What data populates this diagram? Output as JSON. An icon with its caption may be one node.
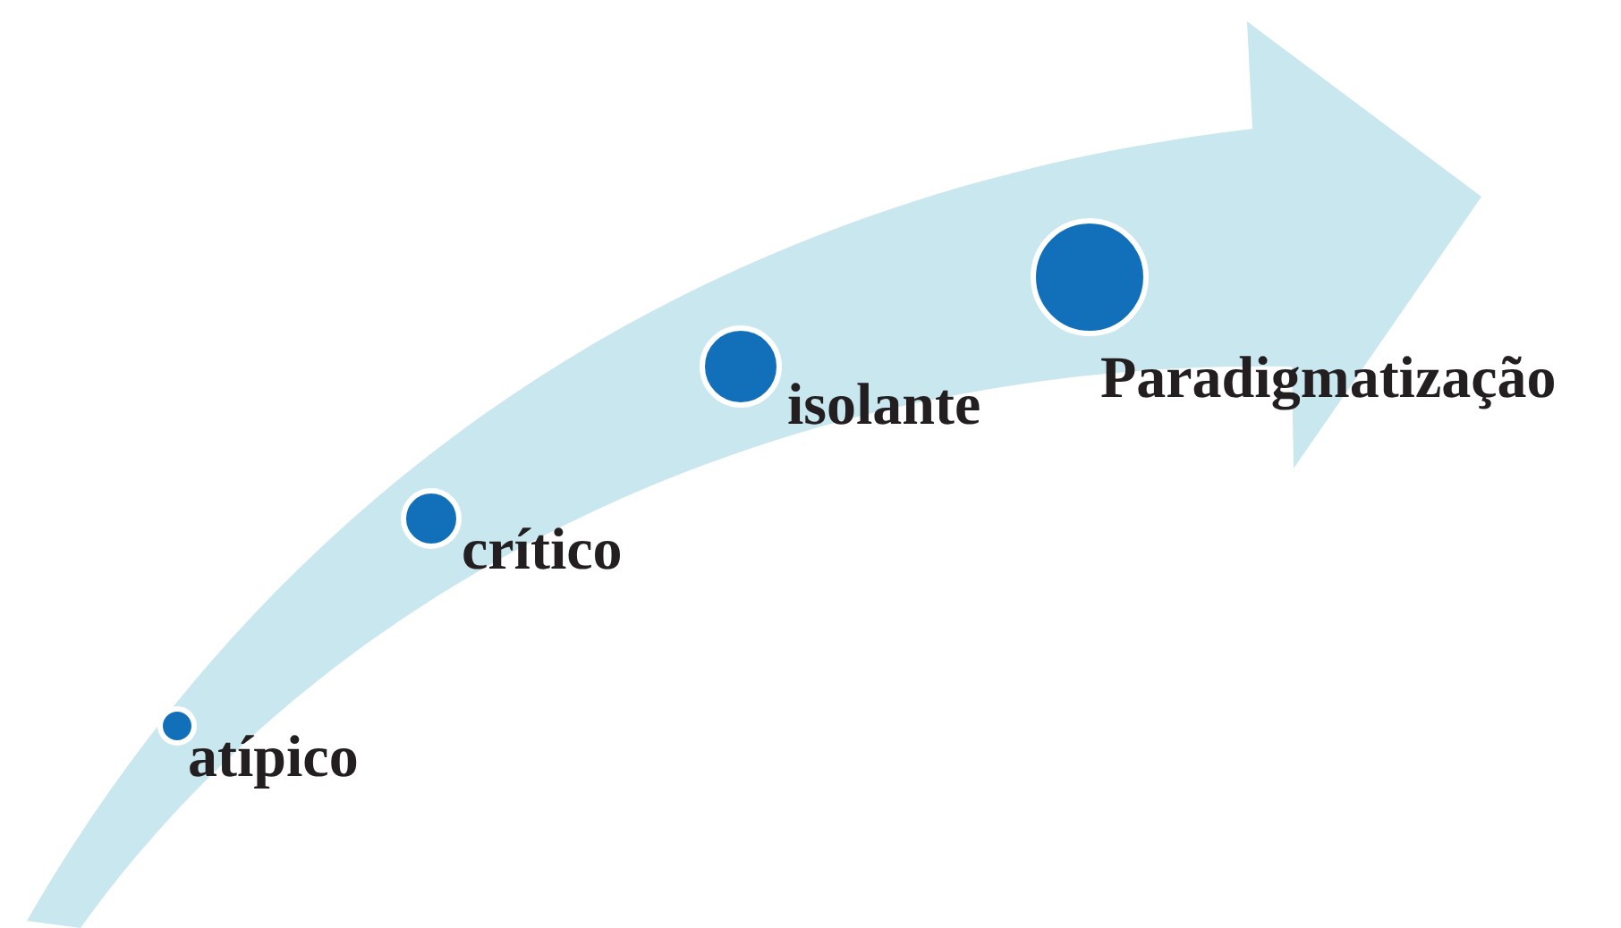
{
  "diagram": {
    "nodes": [
      {
        "text": [],
        "shape": "circle",
        "beside": [
          "atípico"
        ]
      },
      {
        "text": [],
        "shape": "circle",
        "beside": [
          "crítico"
        ]
      },
      {
        "text": [],
        "shape": "circle",
        "beside": [
          "isolante"
        ]
      },
      {
        "text": [],
        "shape": "circle",
        "beside": [
          "Paradigmatização"
        ]
      }
    ]
  }
}
